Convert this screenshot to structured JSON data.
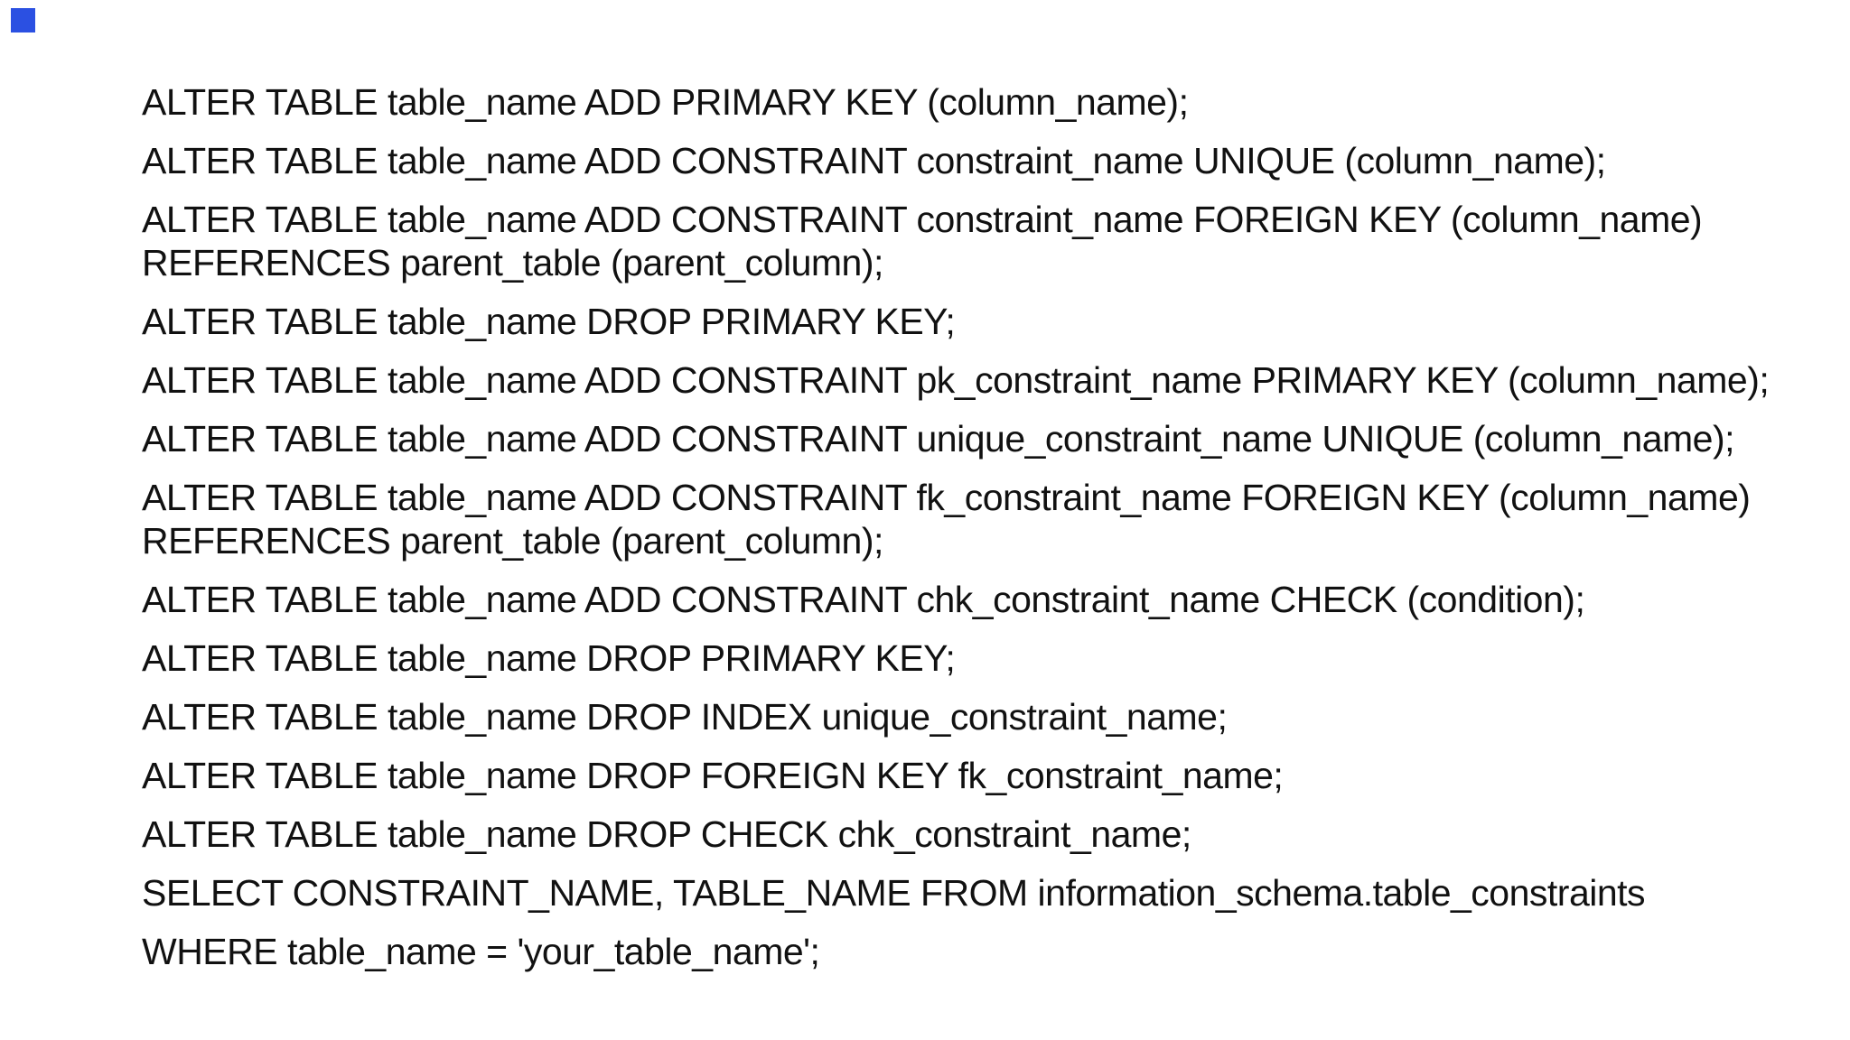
{
  "page": {
    "background_color": "#ffffff",
    "text_color": "#111111",
    "marker_color": "#2b50e2"
  },
  "sql": {
    "lines": [
      {
        "text": "ALTER TABLE table_name ADD PRIMARY KEY (column_name);"
      },
      {
        "text": "ALTER TABLE table_name ADD CONSTRAINT constraint_name UNIQUE (column_name);"
      },
      {
        "text": "ALTER TABLE table_name ADD CONSTRAINT constraint_name FOREIGN KEY (column_name)"
      },
      {
        "text": "REFERENCES parent_table (parent_column);"
      },
      {
        "text": "ALTER TABLE table_name DROP PRIMARY KEY;"
      },
      {
        "text": "ALTER TABLE table_name ADD CONSTRAINT pk_constraint_name PRIMARY KEY (column_name);"
      },
      {
        "text": "ALTER TABLE table_name ADD CONSTRAINT unique_constraint_name UNIQUE (column_name);"
      },
      {
        "text": "ALTER TABLE table_name ADD CONSTRAINT fk_constraint_name FOREIGN KEY (column_name)"
      },
      {
        "text": "REFERENCES parent_table (parent_column);"
      },
      {
        "text": "ALTER TABLE table_name ADD CONSTRAINT chk_constraint_name CHECK (condition);"
      },
      {
        "text": "ALTER TABLE table_name DROP PRIMARY KEY;"
      },
      {
        "text": "ALTER TABLE table_name DROP INDEX unique_constraint_name;"
      },
      {
        "text": "ALTER TABLE table_name DROP FOREIGN KEY fk_constraint_name;"
      },
      {
        "text": "ALTER TABLE table_name DROP CHECK chk_constraint_name;"
      },
      {
        "text": "SELECT CONSTRAINT_NAME, TABLE_NAME FROM information_schema.table_constraints"
      },
      {
        "text": "WHERE table_name = 'your_table_name';"
      }
    ]
  }
}
